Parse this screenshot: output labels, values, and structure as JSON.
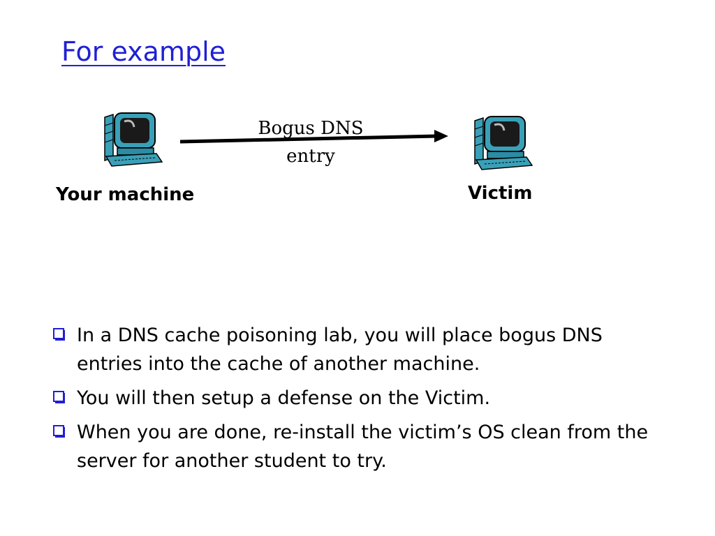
{
  "title": "For example",
  "diagram": {
    "left": {
      "label": "Your machine",
      "icon": "computer-icon"
    },
    "right": {
      "label": "Victim",
      "icon": "computer-icon"
    },
    "arrow_label": [
      "Bogus DNS",
      "entry"
    ]
  },
  "bullets": [
    "In a DNS cache poisoning lab, you will place bogus DNS entries into the cache of another machine.",
    "You will then setup a defense on the Victim.",
    "When you are done, re-install the victim’s OS clean from the server for another student to try."
  ],
  "colors": {
    "title": "#1f1fd6",
    "bullet_box": "#1f1fd6",
    "text": "#000000"
  }
}
